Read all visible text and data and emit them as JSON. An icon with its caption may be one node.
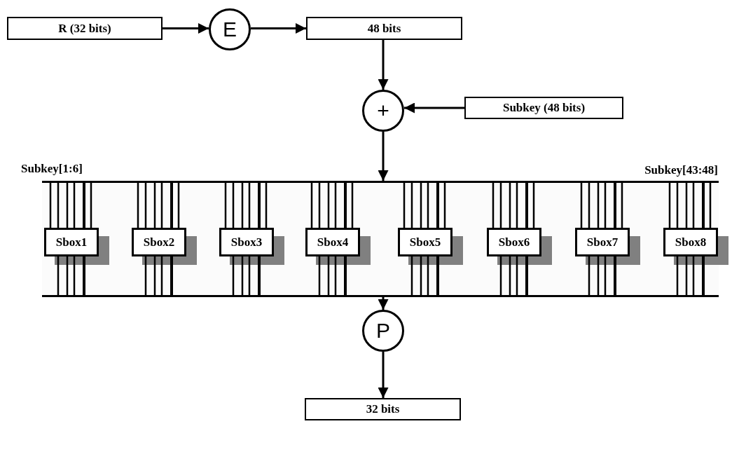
{
  "diagram": {
    "nodes": [
      {
        "text": [
          "R (32 bits)"
        ]
      },
      {
        "text": [
          "E"
        ]
      },
      {
        "text": [
          "48 bits"
        ]
      },
      {
        "text": [
          "+"
        ]
      },
      {
        "text": [
          "Subkey (48 bits)"
        ]
      },
      {
        "text": [],
        "shape": "bar"
      },
      {
        "text": [
          "Sbox1"
        ],
        "in": 5
      },
      {
        "text": [
          "Sbox2"
        ],
        "in": 5
      },
      {
        "text": [
          "Sbox3"
        ],
        "in": 5
      },
      {
        "text": [
          "Sbox4"
        ],
        "in": 5
      },
      {
        "text": [
          "Sbox5"
        ],
        "in": 5
      },
      {
        "text": [
          "Sbox6"
        ],
        "in": 5
      },
      {
        "text": [
          "Sbox7"
        ],
        "in": 5
      },
      {
        "text": [
          "Sbox8"
        ],
        "in": 5
      },
      {
        "text": [
          "P"
        ]
      },
      {
        "text": [
          "32 bits"
        ]
      }
    ],
    "edges": [
      {
        "from": 0,
        "to": 1,
        "arrow": "to"
      },
      {
        "from": 1,
        "to": 2,
        "arrow": "to"
      },
      {
        "from": 2,
        "to": 3,
        "arrow": "to"
      },
      {
        "from": 4,
        "to": 3,
        "arrow": "to"
      },
      {
        "from": 3,
        "to": 5,
        "arrow": "to"
      },
      {
        "from": 5,
        "to": 14,
        "arrow": "to"
      },
      {
        "from": 14,
        "to": 15,
        "arrow": "to"
      }
    ],
    "labels": [
      "Subkey[1:6]",
      "Subkey[43:48]"
    ]
  }
}
